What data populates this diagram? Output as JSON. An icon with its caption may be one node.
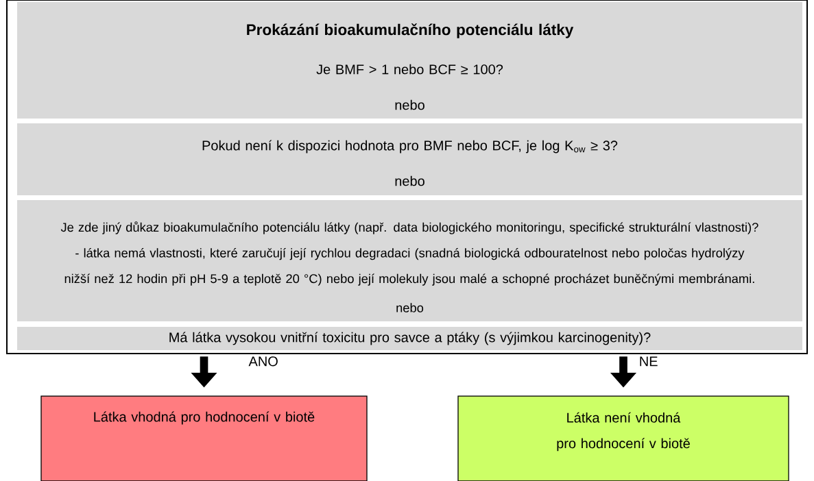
{
  "diagram": {
    "nodes": [
      {
        "text": [],
        "shape": "box"
      },
      {
        "text": [
          "Prokázání bioakumulačního potenciálu látky",
          "Je BMF > 1 nebo BCF ≥ 100?",
          "nebo"
        ],
        "in": 0
      },
      {
        "text": [
          "Pokud není k dispozici hodnota pro BMF nebo BCF, je log K$_{ow}$ ≥ 3?",
          "nebo"
        ],
        "in": 0
      },
      {
        "text": [
          "Je zde jiný důkaz bioakumulačního potenciálu látky (např. data biologického monitoringu, specifické strukturální vlastnosti)? - látka nemá vlastnosti, které zaručují její rychlou degradaci (snadná biologická odbouratelnost nebo poločas hydrolýzy nižší než 12 hodin při pH 5-9 a teplotě 20 °C) nebo její molekuly jsou malé a schopné procházet buněčnými membránami.",
          "nebo"
        ],
        "in": 0
      },
      {
        "text": [
          "Má látka vysokou vnitřní toxicitu pro savce a ptáky (s výjimkou karcinogenity)?"
        ],
        "in": 0
      },
      {
        "text": [
          "Látka vhodná pro hodnocení v biotě"
        ]
      },
      {
        "text": [
          "Látka není vhodná pro hodnocení v biotě"
        ]
      }
    ],
    "edges": [
      {
        "from": 0,
        "to": 5,
        "arrow": "to",
        "label": "ANO"
      },
      {
        "from": 0,
        "to": 6,
        "arrow": "to",
        "label": "NE"
      }
    ]
  }
}
